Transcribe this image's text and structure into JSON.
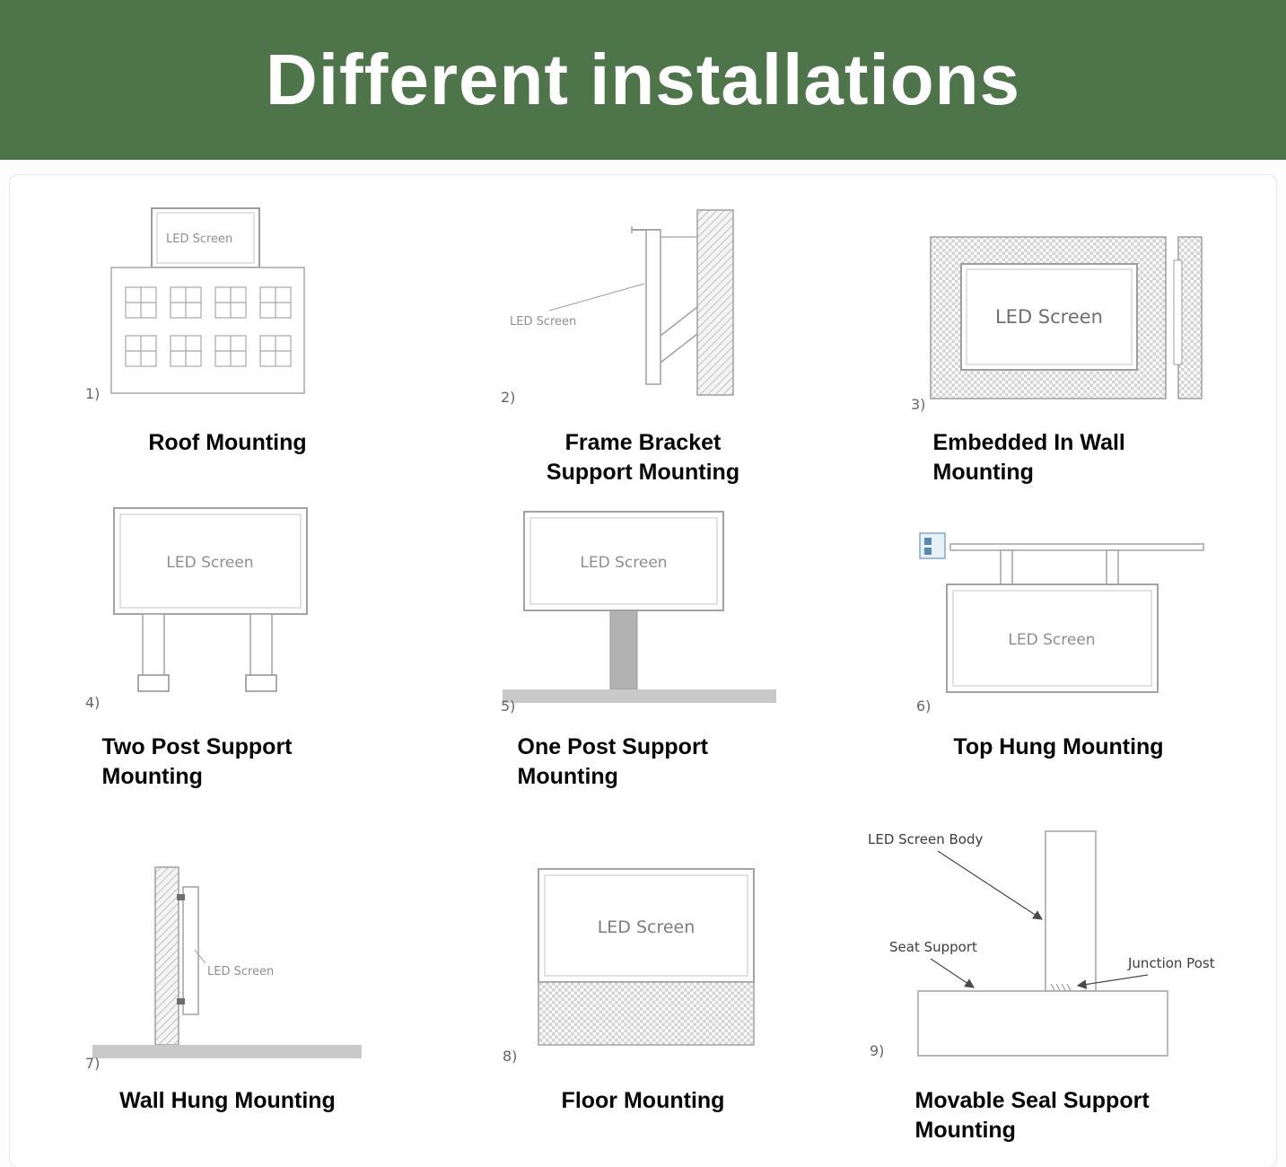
{
  "header": {
    "title": "Different installations"
  },
  "colors": {
    "header_bg": "#4e7549",
    "header_text": "#ffffff",
    "diagram_stroke": "#a3a3a3",
    "diagram_text": "#8f8f8f",
    "ground": "#c9c9c9"
  },
  "cells": [
    {
      "number": "1)",
      "label": "Roof Mounting",
      "screen_text": "LED Screen"
    },
    {
      "number": "2)",
      "label": "Frame Bracket Support Mounting",
      "screen_text": "LED Screen"
    },
    {
      "number": "3)",
      "label": "Embedded In Wall Mounting",
      "screen_text": "LED Screen"
    },
    {
      "number": "4)",
      "label": "Two Post Support Mounting",
      "screen_text": "LED Screen"
    },
    {
      "number": "5)",
      "label": "One Post Support Mounting",
      "screen_text": "LED Screen"
    },
    {
      "number": "6)",
      "label": "Top Hung Mounting",
      "screen_text": "LED Screen"
    },
    {
      "number": "7)",
      "label": "Wall Hung Mounting",
      "screen_text": "LED Screen"
    },
    {
      "number": "8)",
      "label": "Floor Mounting",
      "screen_text": "LED Screen"
    },
    {
      "number": "9)",
      "label": "Movable Seal Support Mounting",
      "annotations": {
        "body": "LED Screen Body",
        "seat": "Seat Support",
        "junction": "Junction Post"
      }
    }
  ]
}
